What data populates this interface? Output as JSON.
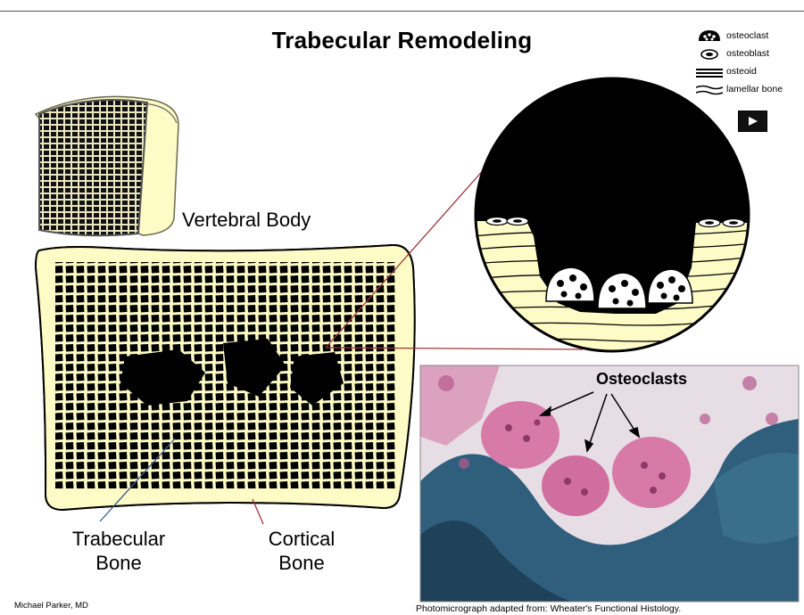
{
  "title": "Trabecular Remodeling",
  "legend": {
    "items": [
      {
        "label": "osteoclast",
        "icon": "osteoclast-icon"
      },
      {
        "label": "osteoblast",
        "icon": "osteoblast-icon"
      },
      {
        "label": "osteoid",
        "icon": "osteoid-icon"
      },
      {
        "label": "lamellar bone",
        "icon": "lamellar-bone-icon"
      }
    ]
  },
  "play_button": {
    "icon": "play-icon"
  },
  "labels": {
    "vertebral_body": "Vertebral Body",
    "trabecular_line1": "Trabecular",
    "trabecular_line2": "Bone",
    "cortical_line1": "Cortical",
    "cortical_line2": "Bone",
    "osteoclasts": "Osteoclasts"
  },
  "footer": {
    "author": "Michael Parker, MD",
    "credit": "Photomicrograph adapted from:  Wheater's Functional Histology."
  },
  "colors": {
    "bone_cream": "#fdfbc6",
    "marrow_black": "#000000",
    "leader_red": "#a0343c",
    "leader_blue": "#3c5a8c",
    "stain_pink": "#d77aa8",
    "stain_blue": "#2f5f7c"
  }
}
